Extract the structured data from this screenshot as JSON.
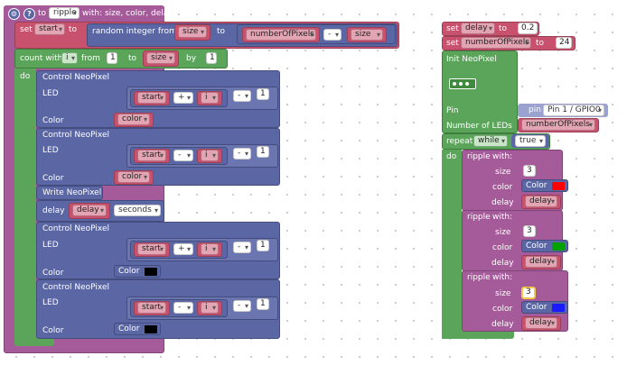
{
  "procedure": {
    "to_label": "to",
    "name": "ripple",
    "with_label": "with: size, color, delay",
    "do_label": "do"
  },
  "set_start": {
    "set_label": "set",
    "var": "start",
    "to_label": "to",
    "random_label": "random integer from",
    "from_var": "size",
    "to2_label": "to",
    "sum_var": "numberOfPixels",
    "op": "-",
    "sub_var": "size"
  },
  "count": {
    "label": "count with",
    "var": "i",
    "from_label": "from",
    "from_value": "1",
    "to_label": "to",
    "to_var": "size",
    "by_label": "by",
    "by_value": "1",
    "do_label": "do"
  },
  "control_blocks": [
    {
      "title": "Control NeoPixel",
      "led_label": "LED",
      "a": "start",
      "op1": "+",
      "b": "i",
      "op2": "-",
      "n": "1",
      "color_label": "Color",
      "color_var": "color"
    },
    {
      "title": "Control NeoPixel",
      "led_label": "LED",
      "a": "start",
      "op1": "-",
      "b": "i",
      "op2": "-",
      "n": "1",
      "color_label": "Color",
      "color_var": "color"
    },
    {
      "title": "Control NeoPixel",
      "led_label": "LED",
      "a": "start",
      "op1": "+",
      "b": "i",
      "op2": "-",
      "n": "1",
      "color_label": "Color",
      "color_text": "Color"
    },
    {
      "title": "Control NeoPixel",
      "led_label": "LED",
      "a": "start",
      "op1": "-",
      "b": "i",
      "op2": "-",
      "n": "1",
      "color_label": "Color",
      "color_text": "Color"
    }
  ],
  "write_block": {
    "title": "Write NeoPixel"
  },
  "delay_block": {
    "label": "delay",
    "var": "delay",
    "unit": "seconds"
  },
  "right": {
    "set_delay": {
      "set_label": "set",
      "var": "delay",
      "to_label": "to",
      "value": "0.2"
    },
    "set_pixels": {
      "set_label": "set",
      "var": "numberOfPixels",
      "to_label": "to",
      "value": "24"
    },
    "init": {
      "title": "Init NeoPixel",
      "pin_label": "Pin",
      "pin_field": "pin",
      "pin_value": "Pin 1 / GPIO0",
      "leds_label": "Number of LEDs",
      "leds_var": "numberOfPixels"
    },
    "repeat": {
      "label": "repeat",
      "mode": "while",
      "cond": "true",
      "do_label": "do"
    },
    "ripples": [
      {
        "name": "ripple",
        "with_label": "with:",
        "size_label": "size",
        "size": "3",
        "color_label": "color",
        "color_text": "Color",
        "delay_label": "delay",
        "delay_var": "delay"
      },
      {
        "name": "ripple",
        "with_label": "with:",
        "size_label": "size",
        "size": "3",
        "color_label": "color",
        "color_text": "Color",
        "delay_label": "delay",
        "delay_var": "delay"
      },
      {
        "name": "ripple",
        "with_label": "with:",
        "size_label": "size",
        "size": "3",
        "color_label": "color",
        "color_text": "Color",
        "delay_label": "delay",
        "delay_var": "delay"
      }
    ]
  },
  "colors": {
    "procedure": "#a55b99",
    "variables": "#c8516d",
    "math": "#5b67a5",
    "loops": "#5ba55b",
    "swatch_red": "#ff0000",
    "swatch_green": "#00a000",
    "swatch_blue": "#1a1aff",
    "swatch_black": "#000000"
  },
  "icons": {
    "gear": "gear-icon",
    "help": "help-icon",
    "neopixel": "neopixel-icon"
  }
}
